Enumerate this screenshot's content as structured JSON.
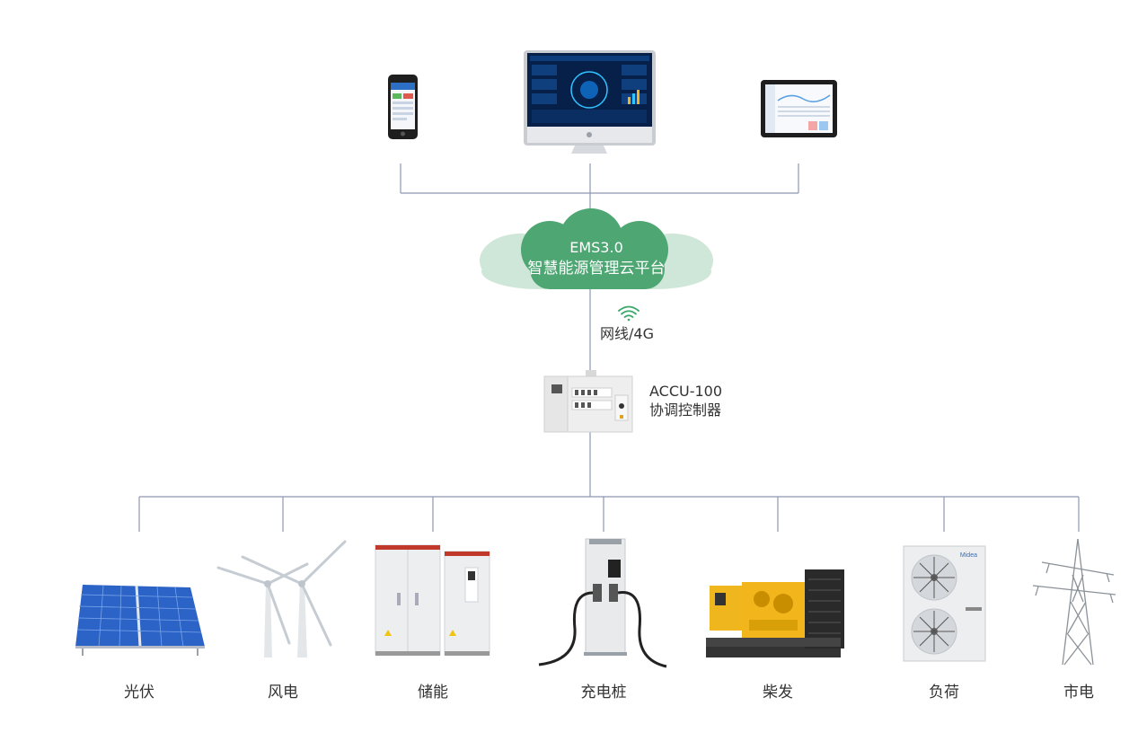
{
  "cloud": {
    "line1": "EMS3.0",
    "line2": "智慧能源管理云平台"
  },
  "network": {
    "label": "网线/4G"
  },
  "controller": {
    "model": "ACCU-100",
    "name": "协调控制器"
  },
  "devices": [
    {
      "label": "光伏"
    },
    {
      "label": "风电"
    },
    {
      "label": "储能"
    },
    {
      "label": "充电桩"
    },
    {
      "label": "柴发"
    },
    {
      "label": "负荷"
    },
    {
      "label": "市电"
    }
  ],
  "colors": {
    "line": "#8f97b0",
    "cloud_dark": "#4ea673",
    "cloud_light": "#cfe7d8",
    "wifi": "#3aa66a"
  }
}
